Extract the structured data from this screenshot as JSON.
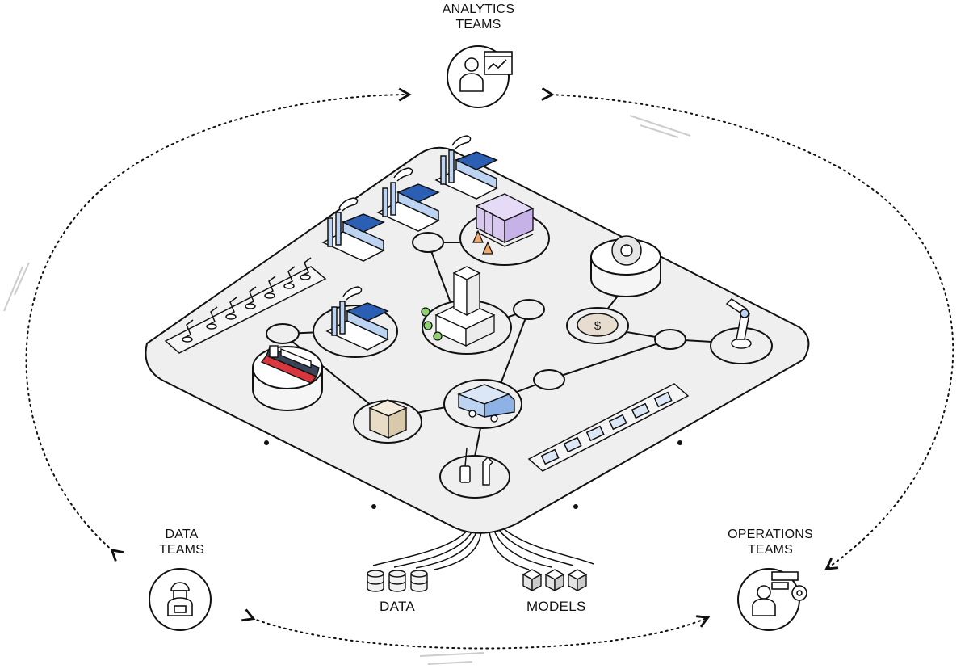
{
  "teams": {
    "analytics": {
      "line1": "ANALYTICS",
      "line2": "TEAMS",
      "icon": "analyst-with-chart-icon"
    },
    "data": {
      "line1": "DATA",
      "line2": "TEAMS",
      "icon": "worker-with-hardhat-icon"
    },
    "operations": {
      "line1": "OPERATIONS",
      "line2": "TEAMS",
      "icon": "operator-with-gear-icon"
    }
  },
  "resources": {
    "data": {
      "label": "DATA",
      "icon": "database-stack-icon"
    },
    "models": {
      "label": "MODELS",
      "icon": "cube-stack-icon"
    }
  },
  "platform_nodes": [
    "factory-row",
    "robot-arm-row",
    "factory",
    "container-pallet",
    "office-building",
    "gear",
    "coin",
    "robot-arm",
    "cargo-ship",
    "package-box",
    "delivery-truck",
    "tools",
    "truck-fleet"
  ],
  "colors": {
    "line": "#111111",
    "platform": "#efefef",
    "factory_blue": "#bcd3f2",
    "factory_roof": "#2b5fb3",
    "container_purple": "#d8c8f0",
    "tree_green": "#8ed16f",
    "ship_red": "#d9363e",
    "box_tan": "#e8dcc6",
    "coin": "#e6dccf"
  }
}
